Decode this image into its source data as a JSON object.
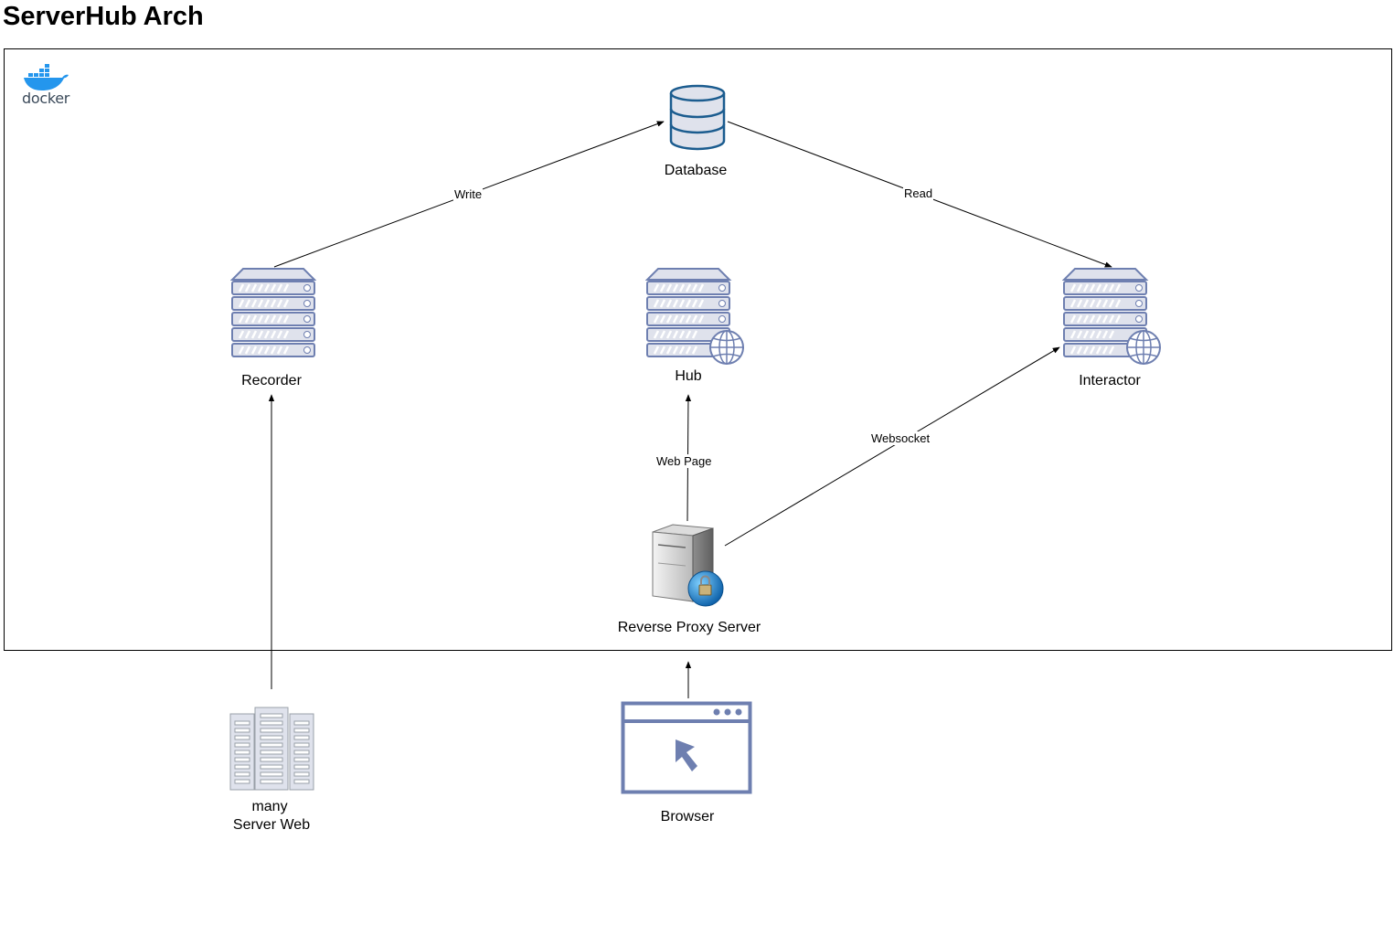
{
  "title": "ServerHub Arch",
  "docker_logo_text": "docker",
  "nodes": {
    "database": "Database",
    "recorder": "Recorder",
    "hub": "Hub",
    "interactor": "Interactor",
    "reverse_proxy": "Reverse Proxy Server",
    "server_web_line1": "many",
    "server_web_line2": "Server Web",
    "browser": "Browser"
  },
  "edges": {
    "write": "Write",
    "read": "Read",
    "web_page": "Web Page",
    "websocket": "Websocket"
  },
  "colors": {
    "server_fill": "#dfe2ec",
    "server_stroke": "#6e7fb0",
    "database_stroke": "#1b5c8f",
    "docker_blue": "#2496ed",
    "browser_stroke": "#6e7fb0"
  }
}
